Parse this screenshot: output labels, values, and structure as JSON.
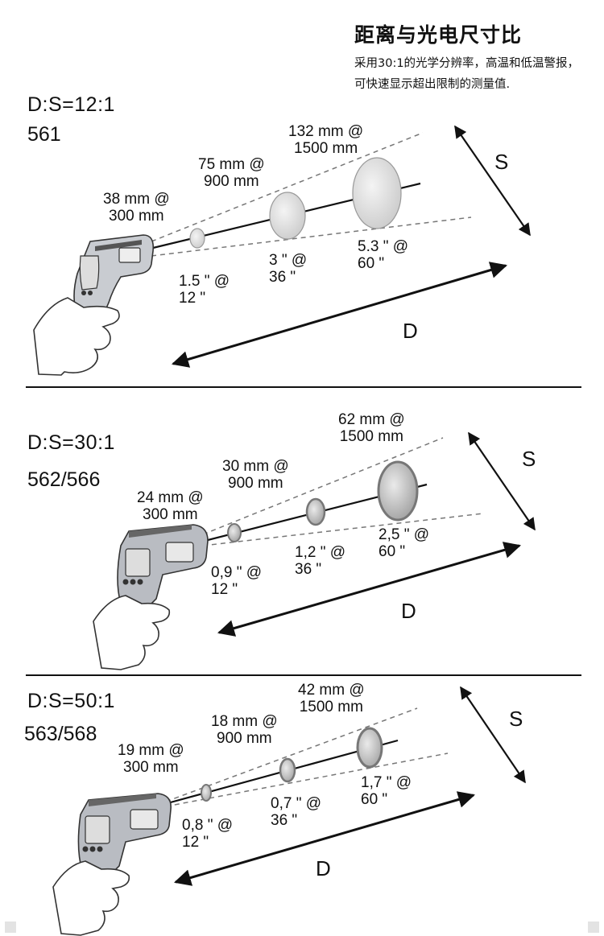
{
  "header": {
    "title": "距离与光电尺寸比",
    "description": "采用30:1的光学分辨率，高温和低温警报，可快速显示超出限制的测量值."
  },
  "panels": [
    {
      "ratio": "D:S=12:1",
      "model": "561",
      "spots": [
        {
          "metric": "38 mm @",
          "metric_dist": "300 mm",
          "imperial": "1.5 \" @",
          "imperial_dist": "12 \""
        },
        {
          "metric": "75 mm @",
          "metric_dist": "900 mm",
          "imperial": "3 \" @",
          "imperial_dist": "36 \""
        },
        {
          "metric": "132 mm @",
          "metric_dist": "1500 mm",
          "imperial": "5.3 \" @",
          "imperial_dist": "60 \""
        }
      ],
      "axis_s": "S",
      "axis_d": "D"
    },
    {
      "ratio": "D:S=30:1",
      "model": "562/566",
      "spots": [
        {
          "metric": "24 mm @",
          "metric_dist": "300 mm",
          "imperial": "0,9 \" @",
          "imperial_dist": "12 \""
        },
        {
          "metric": "30 mm @",
          "metric_dist": "900 mm",
          "imperial": "1,2 \" @",
          "imperial_dist": "36 \""
        },
        {
          "metric": "62 mm @",
          "metric_dist": "1500 mm",
          "imperial": "2,5 \" @",
          "imperial_dist": "60 \""
        }
      ],
      "axis_s": "S",
      "axis_d": "D"
    },
    {
      "ratio": "D:S=50:1",
      "model": "563/568",
      "spots": [
        {
          "metric": "19 mm @",
          "metric_dist": "300 mm",
          "imperial": "0,8 \" @",
          "imperial_dist": "12 \""
        },
        {
          "metric": "18 mm @",
          "metric_dist": "900 mm",
          "imperial": "0,7 \" @",
          "imperial_dist": "36 \""
        },
        {
          "metric": "42 mm @",
          "metric_dist": "1500 mm",
          "imperial": "1,7 \" @",
          "imperial_dist": "60 \""
        }
      ],
      "axis_s": "S",
      "axis_d": "D"
    }
  ]
}
